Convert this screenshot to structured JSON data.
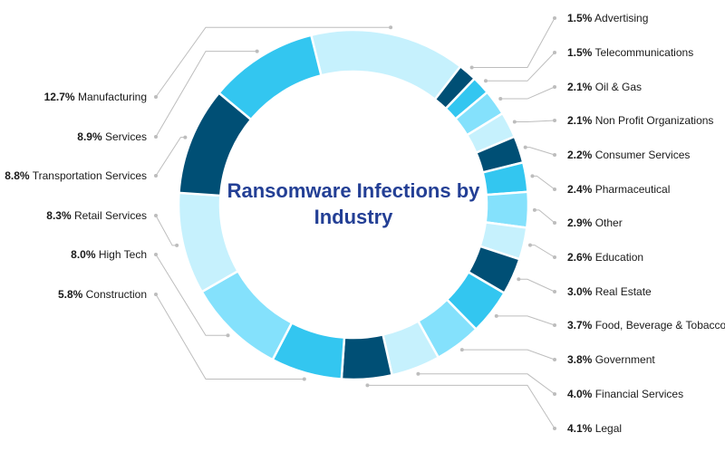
{
  "chart_data": {
    "type": "pie",
    "donut": true,
    "title": "Ransomware Infections by Industry",
    "unit": "%",
    "colors": [
      "#c6f1fd",
      "#004f75",
      "#33c6f0",
      "#84e1fc"
    ],
    "slices": [
      {
        "label": "Manufacturing",
        "value": 12.7,
        "side": "left"
      },
      {
        "label": "Advertising",
        "value": 1.5,
        "side": "right"
      },
      {
        "label": "Telecommunications",
        "value": 1.5,
        "side": "right"
      },
      {
        "label": "Oil & Gas",
        "value": 2.1,
        "side": "right"
      },
      {
        "label": "Non Profit Organizations",
        "value": 2.1,
        "side": "right"
      },
      {
        "label": "Consumer Services",
        "value": 2.2,
        "side": "right"
      },
      {
        "label": "Pharmaceutical",
        "value": 2.4,
        "side": "right"
      },
      {
        "label": "Other",
        "value": 2.9,
        "side": "right"
      },
      {
        "label": "Education",
        "value": 2.6,
        "side": "right"
      },
      {
        "label": "Real Estate",
        "value": 3.0,
        "side": "right"
      },
      {
        "label": "Food, Beverage & Tobacco",
        "value": 3.7,
        "side": "right"
      },
      {
        "label": "Government",
        "value": 3.8,
        "side": "right"
      },
      {
        "label": "Financial Services",
        "value": 4.0,
        "side": "right"
      },
      {
        "label": "Legal",
        "value": 4.1,
        "side": "right"
      },
      {
        "label": "Construction",
        "value": 5.8,
        "side": "left"
      },
      {
        "label": "High Tech",
        "value": 8.0,
        "side": "left"
      },
      {
        "label": "Retail Services",
        "value": 8.3,
        "side": "left"
      },
      {
        "label": "Transportation Services",
        "value": 8.8,
        "side": "left"
      },
      {
        "label": "Services",
        "value": 8.9,
        "side": "left"
      }
    ]
  }
}
